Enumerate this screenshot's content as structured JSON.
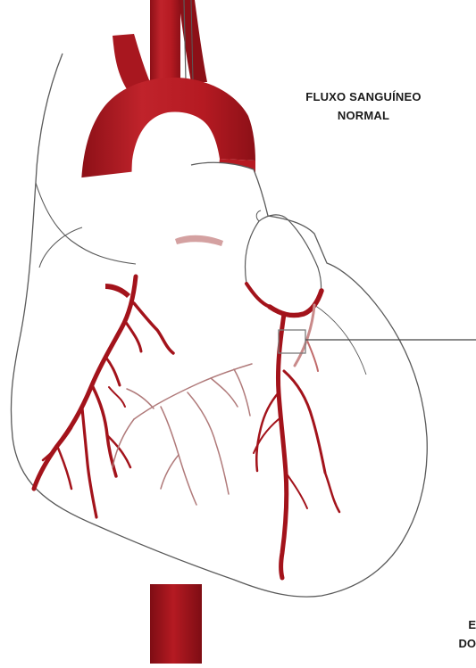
{
  "labels": {
    "title_line1": "FLUXO SANGUÍNEO",
    "title_line2": "NORMAL",
    "cut_line1": "E",
    "cut_line2": "DO"
  },
  "colors": {
    "artery": "#a3131b",
    "artery_dark": "#7e0d14",
    "aorta": "#b51a22",
    "aorta_shadow": "#8c1017",
    "outline": "#5a5a5a",
    "vessel_light": "#b07a7a",
    "text": "#1a1a1a"
  },
  "icons": {
    "magnifier_box": "zoom-box-icon",
    "pointer_line": "callout-line-icon"
  }
}
